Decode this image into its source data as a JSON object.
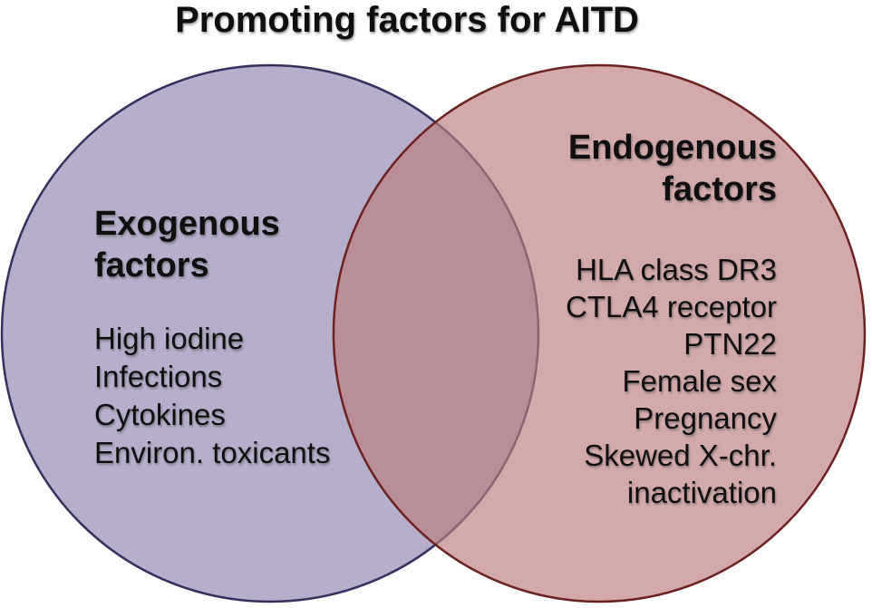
{
  "title": "Promoting factors for AITD",
  "diagram": {
    "type": "venn",
    "background": "#ffffff",
    "overlap_color": "#ba929c",
    "left_circle": {
      "heading": "Exogenous factors",
      "heading_lines": {
        "line1": "Exogenous",
        "line2": "factors"
      },
      "items": {
        "0": "High iodine",
        "1": "Infections",
        "2": "Cytokines",
        "3": "Environ. toxicants"
      },
      "fill": "#b6aeca",
      "border": "#35305e"
    },
    "right_circle": {
      "heading": "Endogenous factors",
      "heading_lines": {
        "line1": "Endogenous",
        "line2": "factors"
      },
      "items": {
        "0": "HLA class DR3",
        "1": "CTLA4 receptor",
        "2": "PTN22",
        "3": "Female sex",
        "4": "Pregnancy",
        "5": "Skewed X-chr.",
        "6": "inactivation"
      },
      "fill": "#d3aaa9",
      "overlay_fill": "rgba(188,126,124,0.66)",
      "border": "#6b2220"
    }
  }
}
